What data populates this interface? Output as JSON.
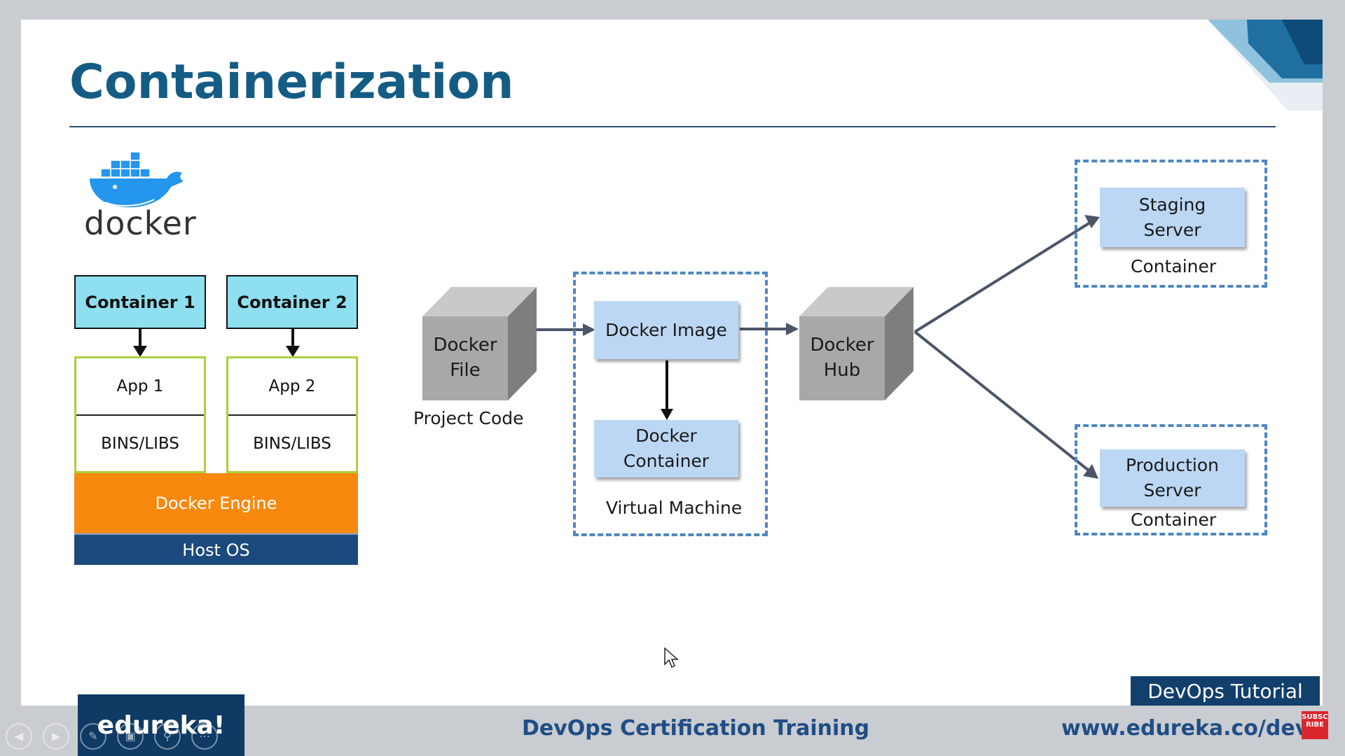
{
  "slide": {
    "title": "Containerization",
    "logo_text": "docker",
    "colors": {
      "title": "#155c85",
      "container_header": "#8ee0f0",
      "engine": "#f7890f",
      "host_os": "#1d4a7c",
      "flow_box": "#bcd7f4",
      "dashed_border": "#4f87c0",
      "cube": "#a3a3a3"
    }
  },
  "stack": {
    "container1": "Container 1",
    "container2": "Container 2",
    "app1": "App 1",
    "app2": "App 2",
    "bins1": "BINS/LIBS",
    "bins2": "BINS/LIBS",
    "engine": "Docker Engine",
    "host": "Host OS"
  },
  "flow": {
    "dockerfile_line1": "Docker",
    "dockerfile_line2": "File",
    "project_code": "Project Code",
    "docker_image": "Docker Image",
    "docker_container_line1": "Docker",
    "docker_container_line2": "Container",
    "virtual_machine": "Virtual Machine",
    "hub_line1": "Docker",
    "hub_line2": "Hub",
    "staging_line1": "Staging",
    "staging_line2": "Server",
    "staging_container": "Container",
    "production_line1": "Production",
    "production_line2": "Server",
    "production_container": "Container"
  },
  "footer": {
    "brand": "edureka!",
    "course": "DevOps Certification Training",
    "url": "www.edureka.co/devops",
    "tag": "DevOps Tutorial",
    "subscribe": "SUBSCRIBE"
  }
}
